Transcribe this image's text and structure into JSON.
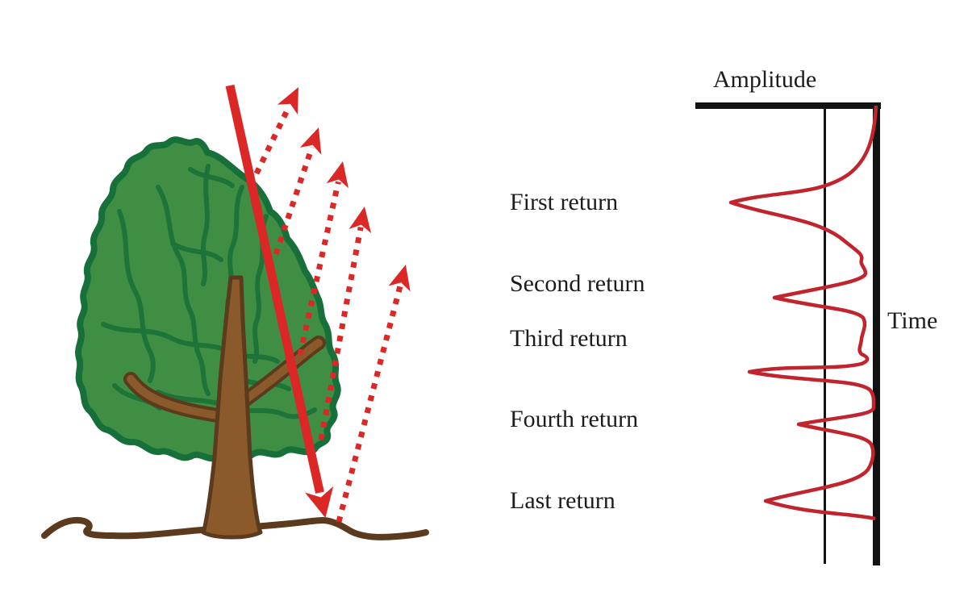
{
  "figure_type": "lidar-multiple-returns-diagram",
  "colors": {
    "background": "#ffffff",
    "arrow_red": "#DC2727",
    "waveform_red": "#C2242E",
    "canopy_green_fill": "#3F8E44",
    "canopy_green_outline": "#17703A",
    "vein_green": "#1E7339",
    "trunk_brown_fill": "#8A5A2B",
    "trunk_brown_outline": "#5C3A1D",
    "ground_brown": "#5C3A1D",
    "axis_black": "#121212",
    "text_black": "#1c1c1c"
  },
  "tree_panel": {
    "beam": "incident laser pulse: solid red arrow entering canopy and hitting ground",
    "returns": [
      "first return (canopy top)",
      "second return (upper canopy)",
      "third return (mid canopy)",
      "fourth return (lower canopy)",
      "last return (ground)"
    ]
  },
  "waveform_panel": {
    "amplitude_label": "Amplitude",
    "time_label": "Time",
    "return_labels": [
      "First return",
      "Second return",
      "Third return",
      "Fourth return",
      "Last return"
    ]
  },
  "chart_data": {
    "type": "line",
    "title": "",
    "xlabel": "Amplitude",
    "ylabel": "Time",
    "orientation": "vertical time axis on right; amplitude of red waveform increases leftward from the axis",
    "axes": {
      "amplitude_axis": "thick horizontal line at top",
      "time_axis": "thick vertical line at right",
      "zero_reference_line": "thin vertical line left of time axis"
    },
    "legend": "none",
    "grid": "off",
    "peaks": [
      {
        "label": "First return",
        "relative_time": 0.21,
        "relative_amplitude": 1.0
      },
      {
        "label": "Second return",
        "relative_time": 0.42,
        "relative_amplitude": 0.71
      },
      {
        "label": "Third return",
        "relative_time": 0.58,
        "relative_amplitude": 0.87
      },
      {
        "label": "Fourth return",
        "relative_time": 0.69,
        "relative_amplitude": 0.53
      },
      {
        "label": "Last return",
        "relative_time": 0.86,
        "relative_amplitude": 0.76
      }
    ]
  }
}
